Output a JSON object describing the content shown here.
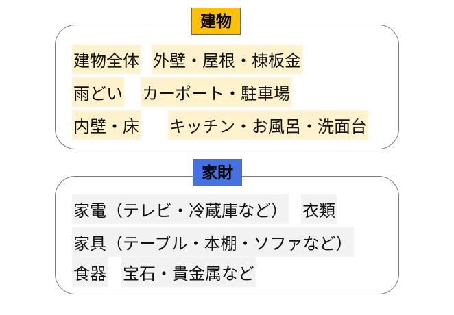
{
  "building": {
    "title": "建物",
    "rows": [
      [
        "建物全体",
        "外壁・屋根・棟板金"
      ],
      [
        "雨どい",
        "カーポート・駐車場"
      ],
      [
        "内壁・床",
        "キッチン・お風呂・洗面台"
      ]
    ]
  },
  "goods": {
    "title": "家財",
    "rows": [
      [
        "家電（テレビ・冷蔵庫など）",
        "衣類"
      ],
      [
        "家具（テーブル・本棚・ソファなど）"
      ],
      [
        "食器",
        "宝石・貴金属など"
      ]
    ]
  },
  "colors": {
    "building_badge": "#ffc000",
    "goods_badge": "#4472e4",
    "highlight": "#fff2cc"
  }
}
